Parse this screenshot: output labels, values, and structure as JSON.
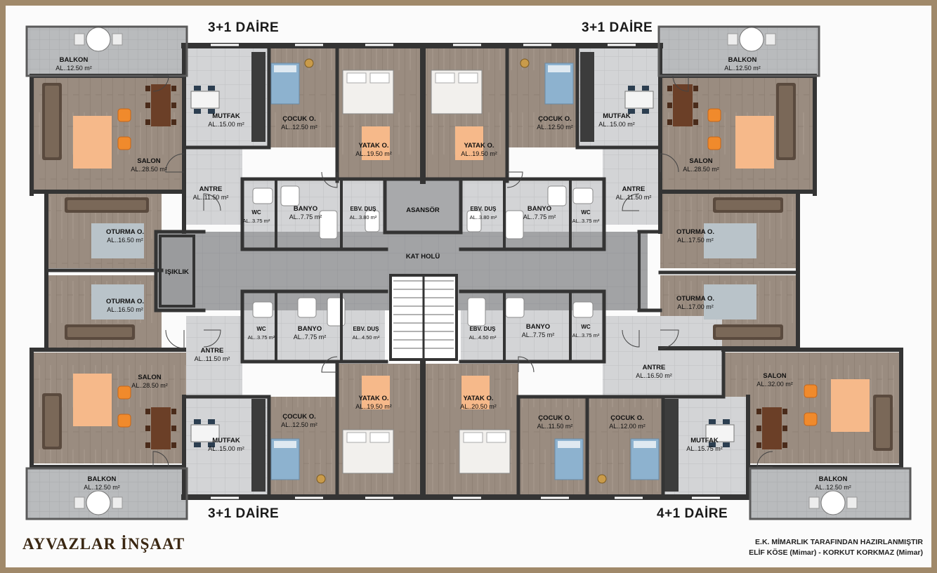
{
  "header": {
    "top_left_unit": "3+1 DAİRE",
    "top_right_unit": "3+1 DAİRE"
  },
  "footer": {
    "bottom_left_unit": "3+1 DAİRE",
    "bottom_right_unit": "4+1 DAİRE",
    "brand": "AYVAZLAR İNŞAAT",
    "credit_line1": "E.K. MİMARLIK TARAFINDAN HAZIRLANMIŞTIR",
    "credit_line2": "ELİF KÖSE (Mimar) - KORKUT KORKMAZ (Mimar)"
  },
  "colors": {
    "frame": "#a0896a",
    "wall": "#343434",
    "wood_floor": "#9a8c80",
    "tile_floor": "#cfd0d2",
    "corridor": "#a3a4a6",
    "balcony": "#b8babc",
    "rug_orange": "#f6b98a",
    "rug_gray": "#b9c3c9",
    "sofa": "#5a4a3e",
    "chair_orange": "#f08a2c",
    "bed_blue": "#8db2cf",
    "brand_text": "#3a2712"
  },
  "rooms": [
    {
      "key": "tl_balkon",
      "name": "BALKON",
      "area": "AL..12.50 m²",
      "floor": "balcony"
    },
    {
      "key": "tl_salon",
      "name": "SALON",
      "area": "AL..28.50 m²",
      "floor": "wood"
    },
    {
      "key": "tl_mutfak",
      "name": "MUTFAK",
      "area": "AL..15.00 m²",
      "floor": "tile"
    },
    {
      "key": "tl_cocuk",
      "name": "ÇOCUK O.",
      "area": "AL..12.50 m²",
      "floor": "wood"
    },
    {
      "key": "tl_yatak",
      "name": "YATAK O.",
      "area": "AL..19.50 m²",
      "floor": "wood"
    },
    {
      "key": "tl_antre",
      "name": "ANTRE",
      "area": "AL..11.50 m²",
      "floor": "tile"
    },
    {
      "key": "tl_oturma",
      "name": "OTURMA O.",
      "area": "AL..16.50 m²",
      "floor": "wood"
    },
    {
      "key": "tl_wc",
      "name": "WC",
      "area": "AL..3.75 m²",
      "floor": "tile"
    },
    {
      "key": "tl_banyo",
      "name": "BANYO",
      "area": "AL..7.75 m²",
      "floor": "tile"
    },
    {
      "key": "tl_ebv",
      "name": "EBV. DUŞ",
      "area": "AL..3.80 m²",
      "floor": "tile"
    },
    {
      "key": "tr_balkon",
      "name": "BALKON",
      "area": "AL..12.50 m²",
      "floor": "balcony"
    },
    {
      "key": "tr_salon",
      "name": "SALON",
      "area": "AL..28.50 m²",
      "floor": "wood"
    },
    {
      "key": "tr_mutfak",
      "name": "MUTFAK",
      "area": "AL..15.00 m²",
      "floor": "tile"
    },
    {
      "key": "tr_cocuk",
      "name": "ÇOCUK O.",
      "area": "AL..12.50 m²",
      "floor": "wood"
    },
    {
      "key": "tr_yatak",
      "name": "YATAK O.",
      "area": "AL..19.50 m²",
      "floor": "wood"
    },
    {
      "key": "tr_antre",
      "name": "ANTRE",
      "area": "AL..11.50 m²",
      "floor": "tile"
    },
    {
      "key": "tr_oturma",
      "name": "OTURMA O.",
      "area": "AL..17.50 m²",
      "floor": "wood"
    },
    {
      "key": "tr_wc",
      "name": "WC",
      "area": "AL..3.75 m²",
      "floor": "tile"
    },
    {
      "key": "tr_banyo",
      "name": "BANYO",
      "area": "AL..7.75 m²",
      "floor": "tile"
    },
    {
      "key": "tr_ebv",
      "name": "EBV. DUŞ",
      "area": "AL..3.80 m²",
      "floor": "tile"
    },
    {
      "key": "asansor",
      "name": "ASANSÖR",
      "area": "",
      "floor": "dark"
    },
    {
      "key": "kat_holu",
      "name": "KAT HOLÜ",
      "area": "",
      "floor": "corridor"
    },
    {
      "key": "isiklik",
      "name": "IŞIKLIK",
      "area": "",
      "floor": "dark"
    },
    {
      "key": "bl_oturma",
      "name": "OTURMA O.",
      "area": "AL..16.50 m²",
      "floor": "wood"
    },
    {
      "key": "bl_wc",
      "name": "WC",
      "area": "AL..3.75 m²",
      "floor": "tile"
    },
    {
      "key": "bl_banyo",
      "name": "BANYO",
      "area": "AL..7.75 m²",
      "floor": "tile"
    },
    {
      "key": "bl_ebv",
      "name": "EBV. DUŞ",
      "area": "AL..4.50 m²",
      "floor": "tile"
    },
    {
      "key": "bl_antre",
      "name": "ANTRE",
      "area": "AL..11.50 m²",
      "floor": "tile"
    },
    {
      "key": "bl_salon",
      "name": "SALON",
      "area": "AL..28.50 m²",
      "floor": "wood"
    },
    {
      "key": "bl_mutfak",
      "name": "MUTFAK",
      "area": "AL..15.00 m²",
      "floor": "tile"
    },
    {
      "key": "bl_cocuk",
      "name": "ÇOCUK O.",
      "area": "AL..12.50 m²",
      "floor": "wood"
    },
    {
      "key": "bl_yatak",
      "name": "YATAK O.",
      "area": "AL..19.50 m²",
      "floor": "wood"
    },
    {
      "key": "bl_balkon",
      "name": "BALKON",
      "area": "AL..12.50 m²",
      "floor": "balcony"
    },
    {
      "key": "br_oturma",
      "name": "OTURMA O.",
      "area": "AL..17.00 m²",
      "floor": "wood"
    },
    {
      "key": "br_wc",
      "name": "WC",
      "area": "AL..3.75 m²",
      "floor": "tile"
    },
    {
      "key": "br_banyo",
      "name": "BANYO",
      "area": "AL..7.75 m²",
      "floor": "tile"
    },
    {
      "key": "br_ebv",
      "name": "EBV. DUŞ",
      "area": "AL..4.50 m²",
      "floor": "tile"
    },
    {
      "key": "br_antre",
      "name": "ANTRE",
      "area": "AL..16.50 m²",
      "floor": "tile"
    },
    {
      "key": "br_salon",
      "name": "SALON",
      "area": "AL..32.00 m²",
      "floor": "wood"
    },
    {
      "key": "br_yatak",
      "name": "YATAK O.",
      "area": "AL..20.50 m²",
      "floor": "wood"
    },
    {
      "key": "br_cocuk1",
      "name": "ÇOCUK O.",
      "area": "AL..11.50 m²",
      "floor": "wood"
    },
    {
      "key": "br_cocuk2",
      "name": "ÇOCUK O.",
      "area": "AL..12.00 m²",
      "floor": "wood"
    },
    {
      "key": "br_mutfak",
      "name": "MUTFAK",
      "area": "AL..15.75 m²",
      "floor": "tile"
    },
    {
      "key": "br_balkon",
      "name": "BALKON",
      "area": "AL..12.50 m²",
      "floor": "balcony"
    }
  ]
}
